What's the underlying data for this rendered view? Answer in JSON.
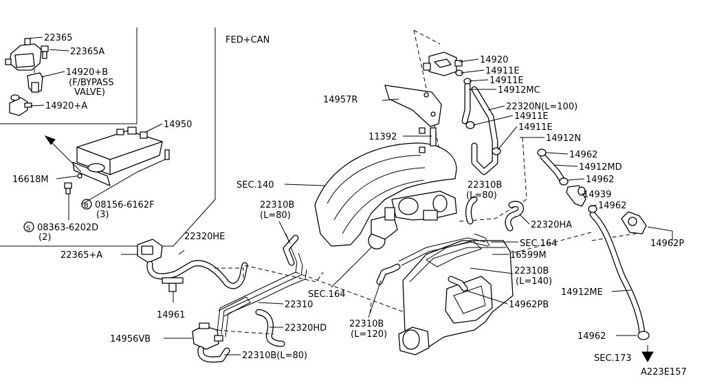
{
  "figure_id": "A223E157",
  "variant_note": "FED+CAN",
  "labels": {
    "l22365": "22365",
    "l22365a": "22365A",
    "l14920b": "14920+B",
    "fbypass1": "(F/BYPASS",
    "fbypass2": "VALVE)",
    "l14920a": "14920+A",
    "l14950": "14950",
    "l16618m": "16618M",
    "b08156": "08156-6162F",
    "b_qty": "(3)",
    "s08363": "08363-6202D",
    "s_qty": "(2)",
    "l22320he": "22320HE",
    "l22365pa": "22365+A",
    "l14961": "14961",
    "l14956vb": "14956VB",
    "l22310b_80a": "22310B",
    "l22310b_80a_len": "(L=80)",
    "sec140": "SEC.140",
    "sec164a": "SEC.164",
    "l22310": "22310",
    "l22320hd": "22320HD",
    "l22310b_80b": "22310B(L=80)",
    "l22310b_120": "22310B",
    "l22310b_120_len": "(L=120)",
    "l14957r": "14957R",
    "l11392": "11392",
    "l14920": "14920",
    "l14911e_1": "14911E",
    "l14911e_2": "14911E",
    "l14912mc": "14912MC",
    "l22320n": "22320N(L=100)",
    "l14911e_3": "14911E",
    "l14911e_4": "14911E",
    "l14912n": "14912N",
    "l14962_1": "14962",
    "l14912md": "14912MD",
    "l22310b_80c": "22310B",
    "l22310b_80c_len": "(L=80)",
    "l14962_2": "14962",
    "l14939": "14939",
    "l14962_3": "14962",
    "l22320ha": "22320HA",
    "sec164b": "SEC.164",
    "l16599m": "16599M",
    "l22310b_140": "22310B",
    "l22310b_140_len": "(L=140)",
    "l14962pb": "14962PB",
    "l14912me": "14912ME",
    "l14962p": "14962P",
    "l14962_4": "14962",
    "sec173": "SEC.173",
    "b_mark": "B",
    "s_mark": "S"
  }
}
